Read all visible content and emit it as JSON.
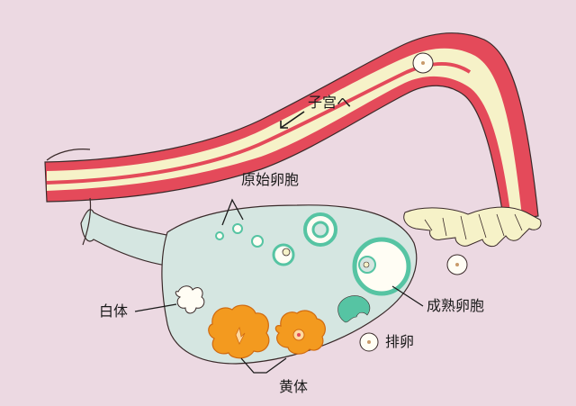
{
  "diagram": {
    "labels": {
      "to_uterus": "子宫へ",
      "primordial_follicle": "原始卵胞",
      "white_body": "白体",
      "mature_follicle": "成熟卵胞",
      "ovulation": "排卵",
      "corpus_luteum": "黄体"
    }
  },
  "colors": {
    "background": "#ecd9e2",
    "tube_wall": "#e44a5a",
    "tube_lumen": "#f6f2c8",
    "ovary_fill": "#d5e6e1",
    "follicle_ring": "#56c4a3",
    "corpus_luteum": "#f39a1f",
    "egg": "#fffdf4",
    "outline": "#3a2a2a"
  }
}
